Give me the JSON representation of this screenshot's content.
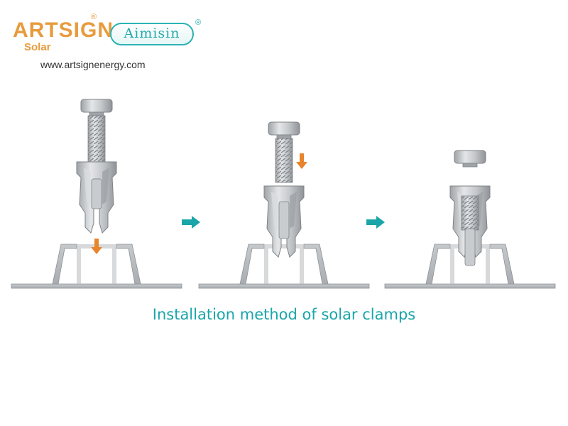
{
  "brand": {
    "artsign_logo": "ARTSIGN",
    "artsign_sub": "Solar",
    "artsign_reg": "®",
    "aimisin_logo": "Aimisin",
    "aimisin_reg": "®",
    "website": "www.artsignenergy.com"
  },
  "caption": "Installation method of solar clamps",
  "colors": {
    "accent_teal": "#1aa5a8",
    "arrow_orange": "#e8842c",
    "metal_gray": "#b9bcbf",
    "metal_dark": "#8e9296",
    "artsign_orange": "#e89b3d"
  },
  "steps": [
    {
      "step": 1,
      "state": "bolt-and-clamp-above-rail",
      "down_arrow": true
    },
    {
      "step": 2,
      "state": "clamp-inserted-bolt-up",
      "down_arrow": true
    },
    {
      "step": 3,
      "state": "bolt-tightened",
      "down_arrow": false
    }
  ],
  "transitions": [
    {
      "icon": "right-arrow-icon"
    },
    {
      "icon": "right-arrow-icon"
    }
  ]
}
